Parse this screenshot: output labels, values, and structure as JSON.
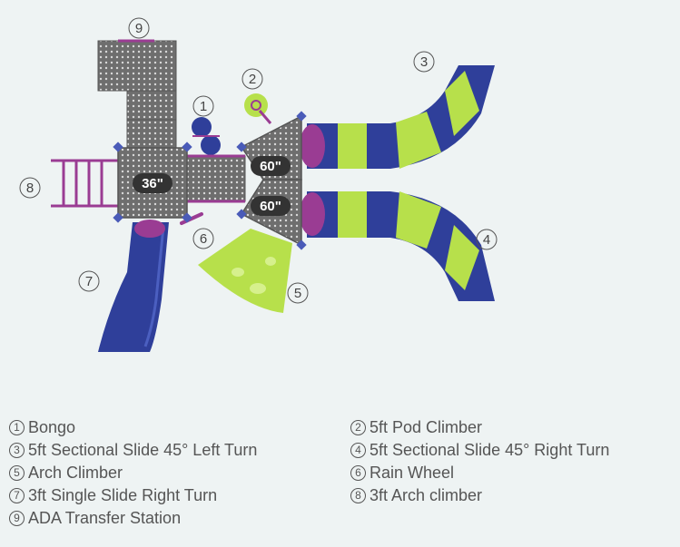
{
  "colors": {
    "background": "#eef3f3",
    "deck": "#6e6e6e",
    "slide_blue": "#2f3f9a",
    "slide_green": "#b7e04b",
    "accent_purple": "#9a3c93"
  },
  "deck_labels": [
    "36\"",
    "60\"",
    "60\""
  ],
  "callouts": [
    "1",
    "2",
    "3",
    "4",
    "5",
    "6",
    "7",
    "8",
    "9"
  ],
  "legend": [
    {
      "num": "1",
      "label": "Bongo"
    },
    {
      "num": "2",
      "label": "5ft Pod Climber"
    },
    {
      "num": "3",
      "label": "5ft Sectional Slide 45° Left Turn"
    },
    {
      "num": "4",
      "label": "5ft Sectional Slide 45° Right Turn"
    },
    {
      "num": "5",
      "label": "Arch Climber"
    },
    {
      "num": "6",
      "label": "Rain Wheel"
    },
    {
      "num": "7",
      "label": "3ft Single Slide Right Turn"
    },
    {
      "num": "8",
      "label": "3ft Arch climber"
    },
    {
      "num": "9",
      "label": "ADA Transfer Station"
    }
  ]
}
